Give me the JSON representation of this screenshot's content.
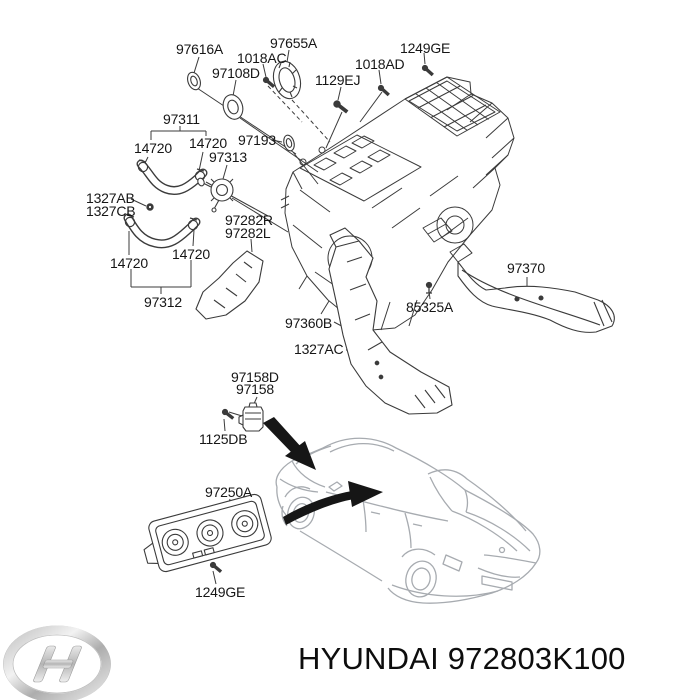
{
  "diagram_title": "Hyundai heater system parts diagram",
  "callouts": [
    {
      "text": "97616A"
    },
    {
      "text": "1018AC"
    },
    {
      "text": "97655A"
    },
    {
      "text": "97108D"
    },
    {
      "text": "1129EJ"
    },
    {
      "text": "1018AD"
    },
    {
      "text": "1249GE"
    },
    {
      "text": "97311"
    },
    {
      "text": "14720"
    },
    {
      "text": "14720"
    },
    {
      "text": "97193"
    },
    {
      "text": "97313"
    },
    {
      "text": "1327AB"
    },
    {
      "text": "1327CB"
    },
    {
      "text": "97282R"
    },
    {
      "text": "97282L"
    },
    {
      "text": "14720"
    },
    {
      "text": "14720"
    },
    {
      "text": "97312"
    },
    {
      "text": "97370"
    },
    {
      "text": "85325A"
    },
    {
      "text": "97360B"
    },
    {
      "text": "1327AC"
    },
    {
      "text": "97158D"
    },
    {
      "text": "97158"
    },
    {
      "text": "1125DB"
    },
    {
      "text": "97250A"
    },
    {
      "text": "1249GE"
    }
  ],
  "footer": {
    "brand_part_text": "HYUNDAI 972803K100"
  },
  "logo": {
    "monogram": "H"
  },
  "colors": {
    "line": "#3b3b3b",
    "car_line": "#a7abb0",
    "arrow": "#161616",
    "logo_silver": "#c9c9c9"
  }
}
